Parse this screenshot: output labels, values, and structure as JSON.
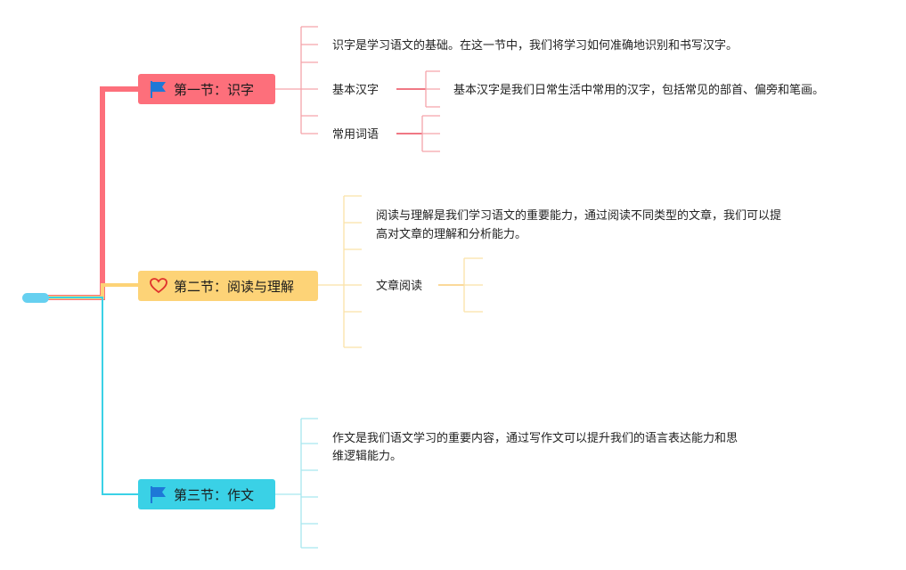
{
  "colors": {
    "root": "#66d0f0",
    "branch1": "#fd6f7b",
    "branch2": "#fdd377",
    "branch3": "#3ad1e6",
    "flag_icon": "#1e78d7",
    "heart_icon": "#e0322d"
  },
  "sections": [
    {
      "title": "第一节：识字",
      "icon": "flag-icon",
      "description": "识字是学习语文的基础。在这一节中，我们将学习如何准确地识别和书写汉字。",
      "subtopics": [
        {
          "label": "基本汉字",
          "description": "基本汉字是我们日常生活中常用的汉字，包括常见的部首、偏旁和笔画。"
        },
        {
          "label": "常用词语"
        }
      ]
    },
    {
      "title": "第二节：阅读与理解",
      "icon": "heart-icon",
      "description_line1": "阅读与理解是我们学习语文的重要能力，通过阅读不同类型的文章，我们可以提",
      "description_line2": "高对文章的理解和分析能力。",
      "subtopics": [
        {
          "label": "文章阅读"
        }
      ]
    },
    {
      "title": "第三节：作文",
      "icon": "flag-icon",
      "description_line1": "作文是我们语文学习的重要内容，通过写作文可以提升我们的语言表达能力和思",
      "description_line2": "维逻辑能力。"
    }
  ]
}
